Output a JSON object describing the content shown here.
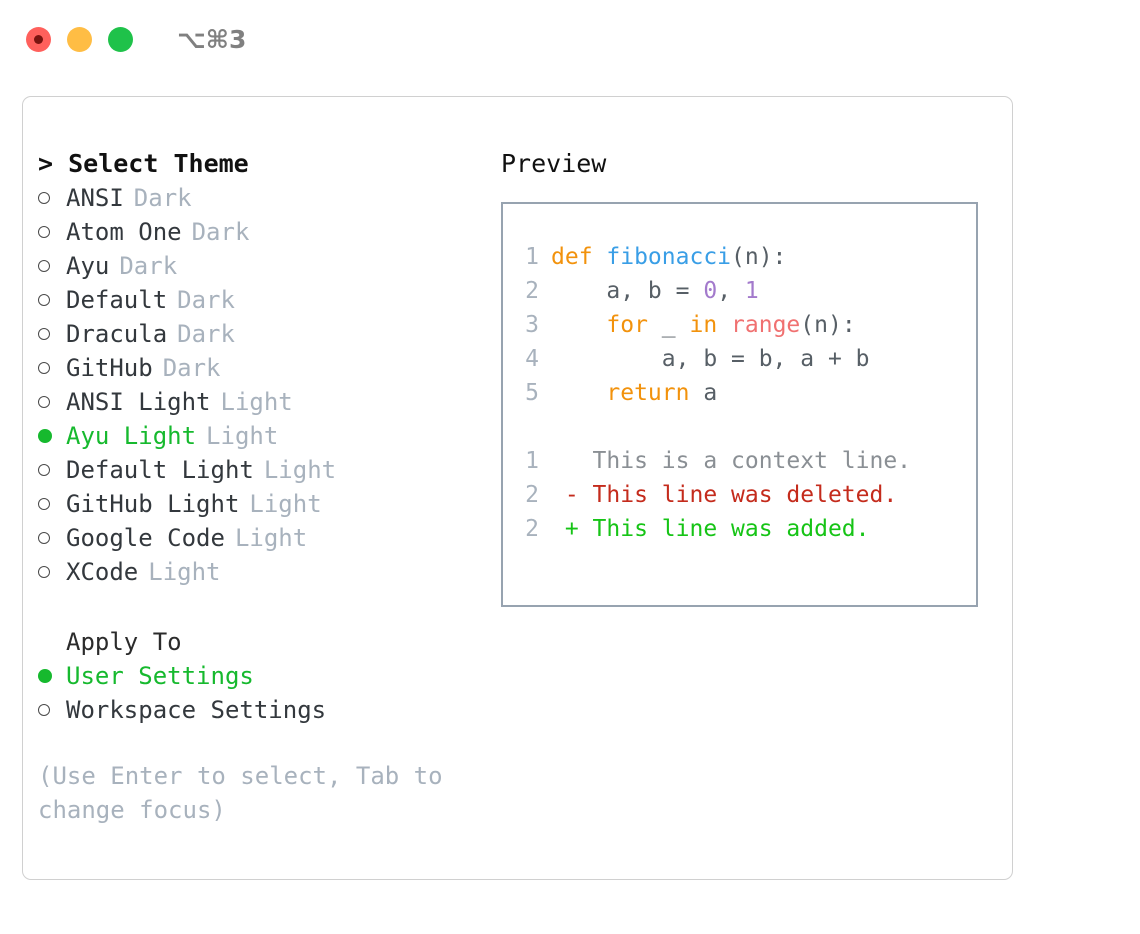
{
  "titlebar": {
    "shortcut": "⌥⌘3",
    "buttons": [
      "close",
      "minimize",
      "maximize"
    ]
  },
  "left": {
    "heading": "> Select Theme",
    "themes": [
      {
        "name": "ANSI",
        "kind": "Dark",
        "selected": false
      },
      {
        "name": "Atom One",
        "kind": "Dark",
        "selected": false
      },
      {
        "name": "Ayu",
        "kind": "Dark",
        "selected": false
      },
      {
        "name": "Default",
        "kind": "Dark",
        "selected": false
      },
      {
        "name": "Dracula",
        "kind": "Dark",
        "selected": false
      },
      {
        "name": "GitHub",
        "kind": "Dark",
        "selected": false
      },
      {
        "name": "ANSI Light",
        "kind": "Light",
        "selected": false
      },
      {
        "name": "Ayu Light",
        "kind": "Light",
        "selected": true
      },
      {
        "name": "Default Light",
        "kind": "Light",
        "selected": false
      },
      {
        "name": "GitHub Light",
        "kind": "Light",
        "selected": false
      },
      {
        "name": "Google Code",
        "kind": "Light",
        "selected": false
      },
      {
        "name": "XCode",
        "kind": "Light",
        "selected": false
      }
    ],
    "apply_to_heading": "Apply To",
    "apply_to_options": [
      {
        "name": "User Settings",
        "selected": true
      },
      {
        "name": "Workspace Settings",
        "selected": false
      }
    ],
    "hint": "(Use Enter to select, Tab to change focus)"
  },
  "right": {
    "heading": "Preview",
    "code_lines": [
      {
        "num": "1",
        "tokens": [
          {
            "t": "def ",
            "c": "kw"
          },
          {
            "t": "fibonacci",
            "c": "fn"
          },
          {
            "t": "(n):",
            "c": "txt"
          }
        ]
      },
      {
        "num": "2",
        "tokens": [
          {
            "t": "    a, b = ",
            "c": "txt"
          },
          {
            "t": "0",
            "c": "num"
          },
          {
            "t": ", ",
            "c": "txt"
          },
          {
            "t": "1",
            "c": "num"
          }
        ]
      },
      {
        "num": "3",
        "tokens": [
          {
            "t": "    ",
            "c": "txt"
          },
          {
            "t": "for",
            "c": "kw"
          },
          {
            "t": " _ ",
            "c": "txt"
          },
          {
            "t": "in",
            "c": "kw"
          },
          {
            "t": " ",
            "c": "txt"
          },
          {
            "t": "range",
            "c": "bi"
          },
          {
            "t": "(n):",
            "c": "txt"
          }
        ]
      },
      {
        "num": "4",
        "tokens": [
          {
            "t": "        a, b = b, a + b",
            "c": "txt"
          }
        ]
      },
      {
        "num": "5",
        "tokens": [
          {
            "t": "    ",
            "c": "txt"
          },
          {
            "t": "return",
            "c": "kw"
          },
          {
            "t": " a",
            "c": "txt"
          }
        ]
      }
    ],
    "diff_lines": [
      {
        "num": "1",
        "marker": " ",
        "text": "This is a context line.",
        "kind": "ctx"
      },
      {
        "num": "2",
        "marker": "-",
        "text": "This line was deleted.",
        "kind": "del"
      },
      {
        "num": "2",
        "marker": "+",
        "text": "This line was added.",
        "kind": "add"
      }
    ]
  },
  "colors": {
    "accent_green": "#16b92e",
    "keyword": "#f2920c",
    "function": "#399ee6",
    "number": "#a37acc",
    "builtin": "#f07171",
    "diff_deleted": "#c42b1c",
    "diff_added": "#16c416",
    "muted": "#a8b2bd"
  }
}
